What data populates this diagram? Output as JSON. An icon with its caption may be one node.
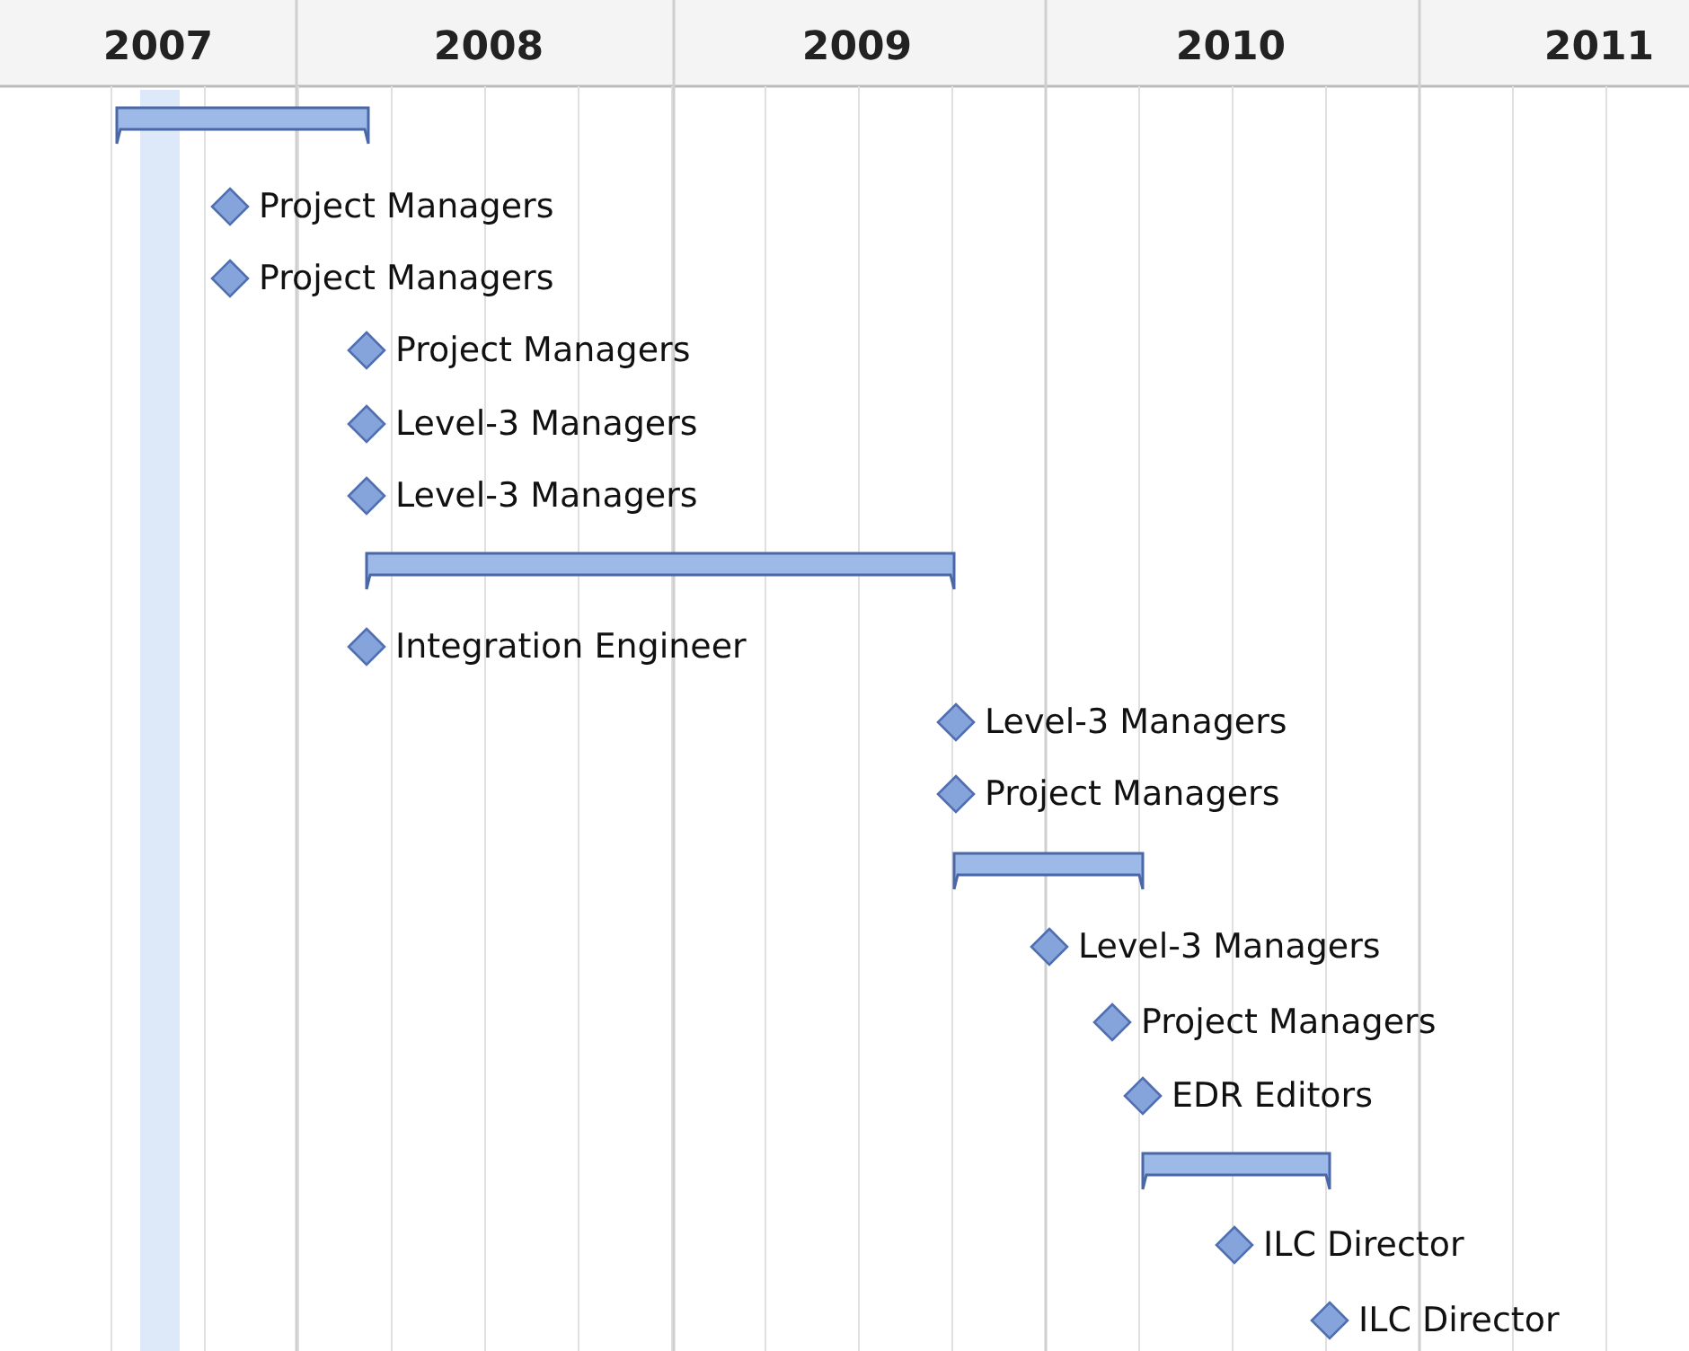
{
  "diagram": {
    "nodes": [
      {
        "text": [],
        "shape": "bar"
      },
      {
        "text": [],
        "shape": "diamond",
        "beside": [
          "Project Managers"
        ]
      },
      {
        "text": [],
        "shape": "diamond",
        "beside": [
          "Project Managers"
        ]
      },
      {
        "text": [],
        "shape": "diamond",
        "beside": [
          "Project Managers"
        ]
      },
      {
        "text": [],
        "shape": "diamond",
        "beside": [
          "Level-3 Managers"
        ]
      },
      {
        "text": [],
        "shape": "diamond",
        "beside": [
          "Level-3 Managers"
        ]
      },
      {
        "text": [],
        "shape": "bar"
      },
      {
        "text": [],
        "shape": "diamond",
        "beside": [
          "Integration Engineer"
        ]
      },
      {
        "text": [],
        "shape": "diamond",
        "beside": [
          "Level-3 Managers"
        ]
      },
      {
        "text": [],
        "shape": "diamond",
        "beside": [
          "Project Managers"
        ]
      },
      {
        "text": [],
        "shape": "bar"
      },
      {
        "text": [],
        "shape": "diamond",
        "beside": [
          "Level-3 Managers"
        ]
      },
      {
        "text": [],
        "shape": "diamond",
        "beside": [
          "Project Managers"
        ]
      },
      {
        "text": [],
        "shape": "diamond",
        "beside": [
          "EDR Editors"
        ]
      },
      {
        "text": [],
        "shape": "bar"
      },
      {
        "text": [],
        "shape": "diamond",
        "beside": [
          "ILC Director"
        ]
      },
      {
        "text": [],
        "shape": "diamond",
        "beside": [
          "ILC Director"
        ]
      },
      {
        "text": [],
        "shape": "band"
      }
    ],
    "labels": [
      "2007",
      "2008",
      "2009",
      "2010",
      "2011"
    ]
  }
}
